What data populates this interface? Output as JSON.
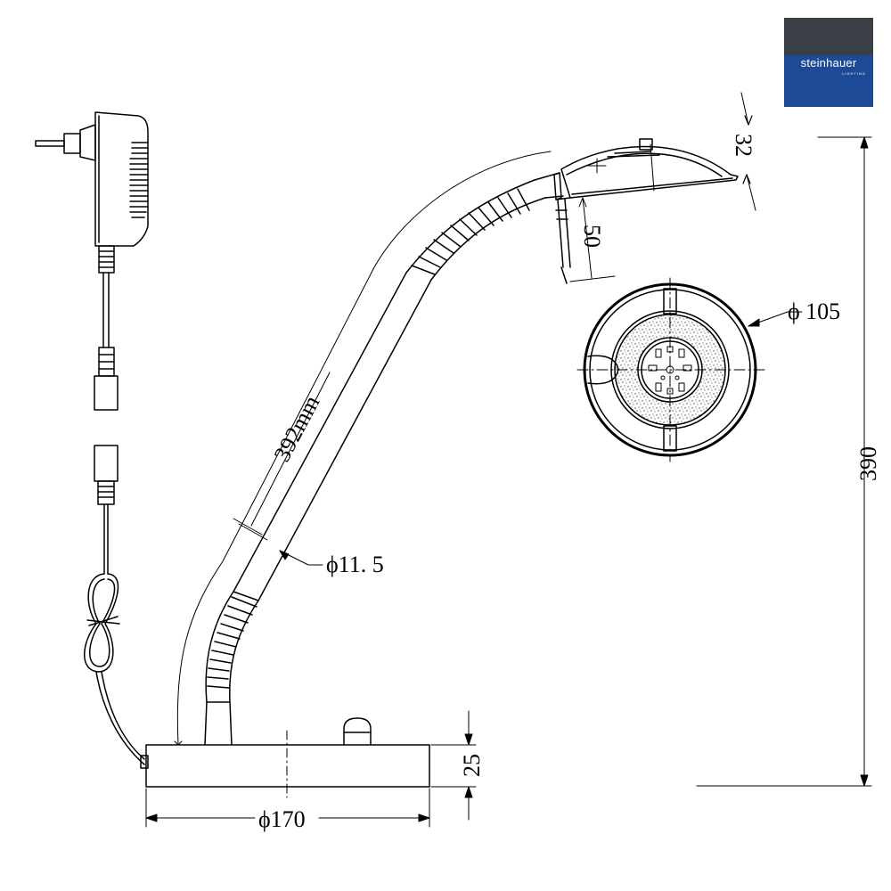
{
  "brand": {
    "name": "steinhauer",
    "tagline": "LIGHTING",
    "colors": {
      "top": "#3a3e45",
      "bottom": "#1d4a96"
    }
  },
  "dimensions": {
    "head_height": "32",
    "head_offset": "50",
    "head_diameter": "ϕ 105",
    "total_height": "390",
    "arm_length": "392mm",
    "tube_diameter": "ϕ11. 5",
    "base_height": "25",
    "base_diameter": "ϕ170"
  }
}
